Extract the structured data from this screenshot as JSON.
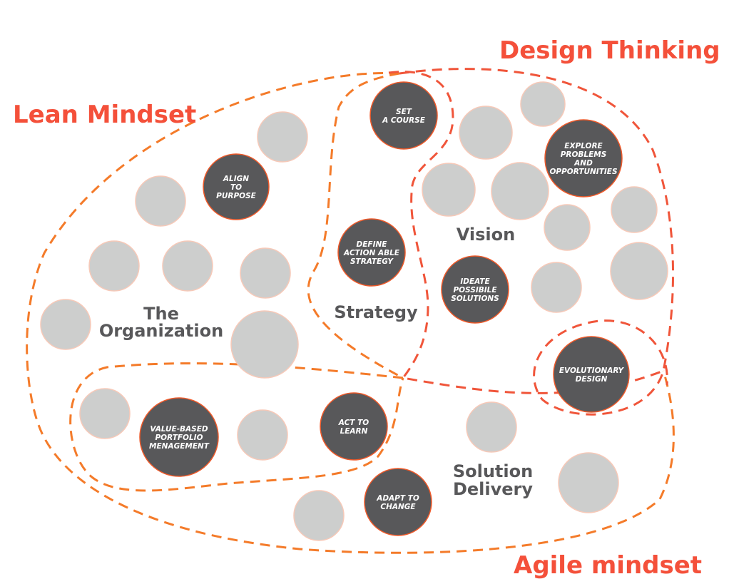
{
  "titles": {
    "lean": "Lean Mindset",
    "design": "Design Thinking",
    "agile": "Agile mindset"
  },
  "areas": {
    "organization": [
      "The",
      "Organization"
    ],
    "strategy": "Strategy",
    "vision": "Vision",
    "delivery": [
      "Solution",
      "Delivery"
    ]
  },
  "practices": [
    {
      "id": "align",
      "lines": [
        "ALIGN",
        "TO",
        "PURPOSE"
      ]
    },
    {
      "id": "set-course",
      "lines": [
        "SET",
        "A COURSE"
      ]
    },
    {
      "id": "define-strategy",
      "lines": [
        "DEFINE",
        "ACTION ABLE",
        "STRATEGY"
      ]
    },
    {
      "id": "ideate",
      "lines": [
        "IDEATE",
        "POSSIBILE",
        "SOLUTIONS"
      ]
    },
    {
      "id": "explore",
      "lines": [
        "EXPLORE",
        "PROBLEMS",
        "AND",
        "OPPORTUNITIES"
      ]
    },
    {
      "id": "evolutionary",
      "lines": [
        "EVOLUTIONARY",
        "DESIGN"
      ]
    },
    {
      "id": "portfolio",
      "lines": [
        "VALUE-BASED",
        "PORTFOLIO",
        "MENAGEMENT"
      ]
    },
    {
      "id": "act",
      "lines": [
        "ACT TO",
        "LEARN"
      ]
    },
    {
      "id": "adapt",
      "lines": [
        "ADAPT TO",
        "CHANGE"
      ]
    }
  ],
  "colors": {
    "title": "#f4503a",
    "dark": "#58585a",
    "light": "#cdcecd",
    "lean": "#f47b2a",
    "design": "#f0553a"
  }
}
